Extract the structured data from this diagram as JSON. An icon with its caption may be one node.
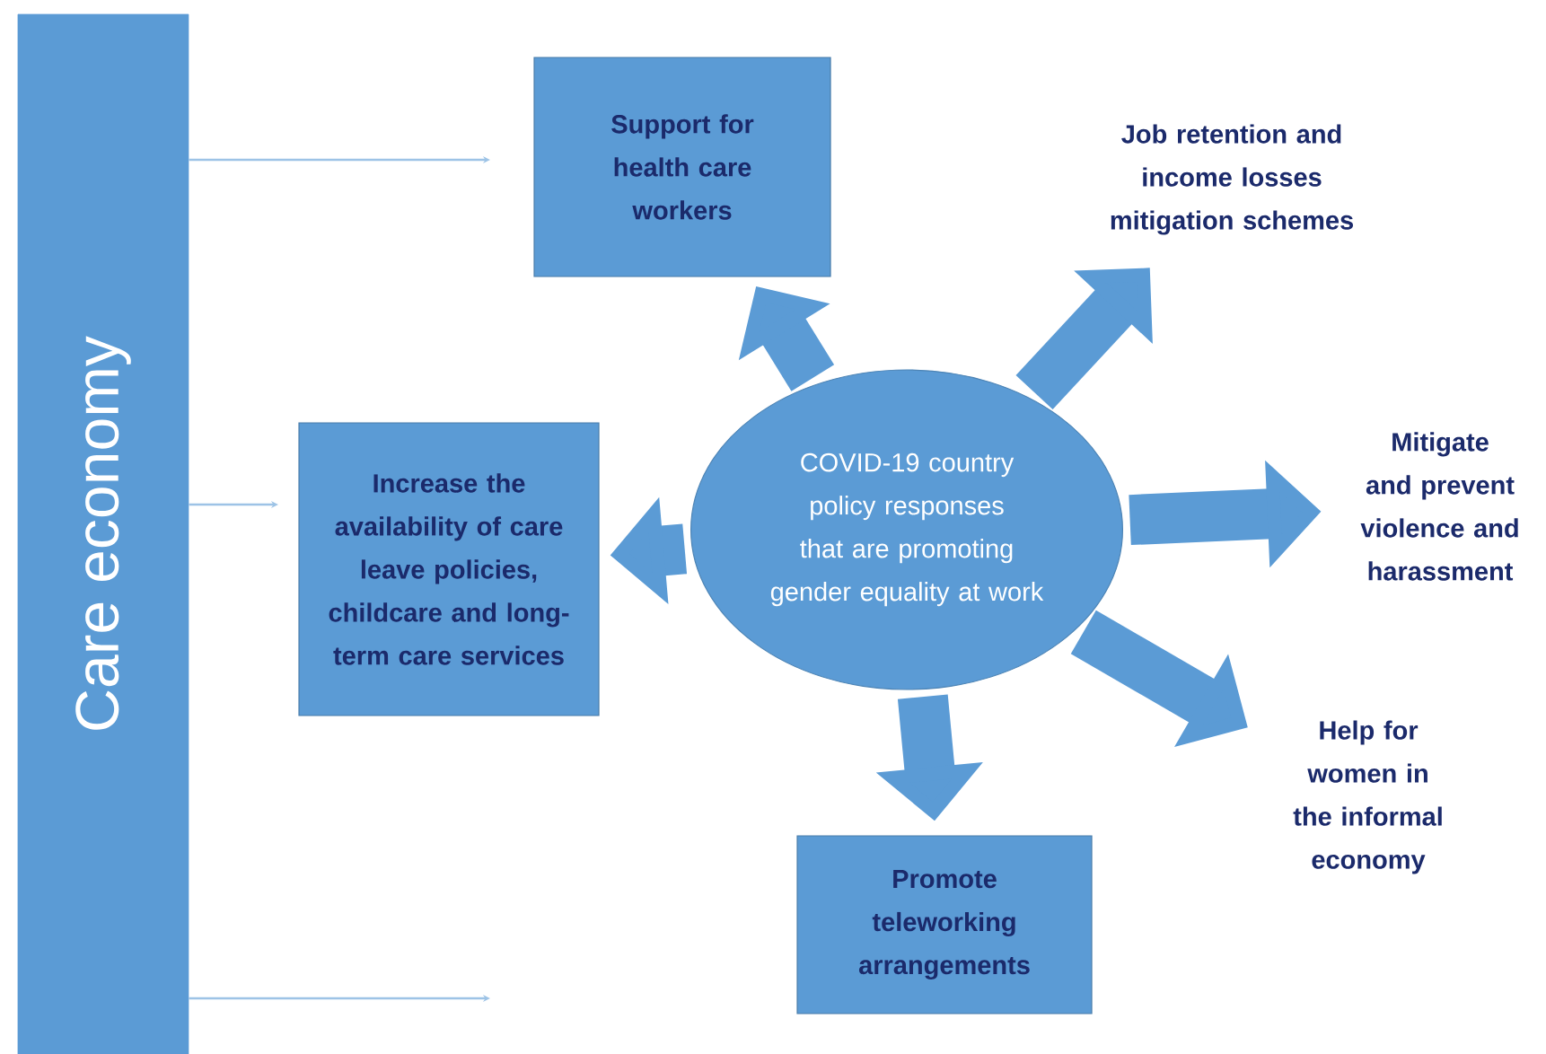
{
  "diagram": {
    "nodes": [
      {
        "text": [
          "Care economy"
        ]
      },
      {
        "text": [
          "Support for health care workers"
        ]
      },
      {
        "text": [
          "Job retention and income losses mitigation schemes"
        ]
      },
      {
        "text": [
          "COVID-19 country policy responses that are promoting gender equality at work"
        ]
      },
      {
        "text": [
          "Increase the availability of care leave policies, childcare and long-term care services"
        ]
      },
      {
        "text": [
          "Mitigate and prevent violence and harassment"
        ]
      },
      {
        "text": [
          "Help for women in the informal economy"
        ]
      },
      {
        "text": [
          "Promote teleworking arrangements"
        ]
      }
    ],
    "edges": [
      {
        "from": 3,
        "to": 1,
        "arrow": "to"
      },
      {
        "from": 3,
        "to": 2,
        "arrow": "to"
      },
      {
        "from": 3,
        "to": 4,
        "arrow": "to"
      },
      {
        "from": 3,
        "to": 5,
        "arrow": "to"
      },
      {
        "from": 3,
        "to": 6,
        "arrow": "to"
      },
      {
        "from": 3,
        "to": 7,
        "arrow": "to"
      },
      {
        "from": 0,
        "to": null,
        "arrow": "to",
        "color": "#9dc3e6"
      },
      {
        "from": 0,
        "to": null,
        "arrow": "to",
        "color": "#9dc3e6"
      },
      {
        "from": 0,
        "to": null,
        "arrow": "to",
        "color": "#9dc3e6"
      }
    ]
  }
}
